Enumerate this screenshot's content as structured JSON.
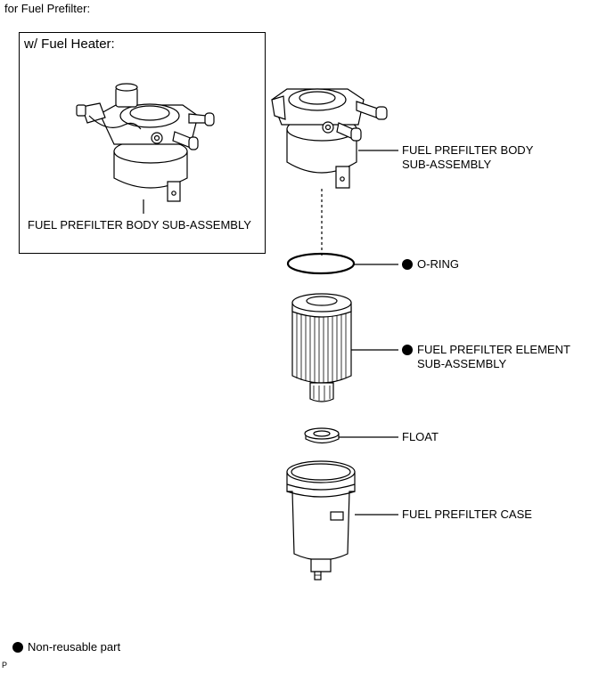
{
  "heading": "for Fuel Prefilter:",
  "inset": {
    "title": "w/ Fuel Heater:",
    "caption": "FUEL PREFILTER BODY SUB-ASSEMBLY"
  },
  "labels": {
    "body_line1": "FUEL PREFILTER BODY",
    "body_line2": "SUB-ASSEMBLY",
    "oring": "O-RING",
    "element_line1": "FUEL PREFILTER ELEMENT",
    "element_line2": "SUB-ASSEMBLY",
    "float": "FLOAT",
    "case": "FUEL PREFILTER CASE"
  },
  "legend": {
    "non_reusable": "Non-reusable part"
  },
  "corner_mark": "P",
  "icons": {
    "non_reusable_marker": "filled-black-circle"
  }
}
